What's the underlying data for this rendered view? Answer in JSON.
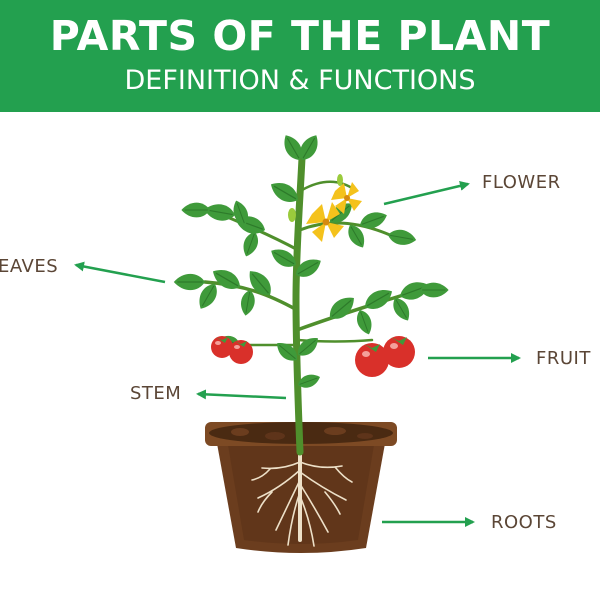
{
  "header": {
    "title": "PARTS OF THE PLANT",
    "subtitle": "DEFINITION & FUNCTIONS"
  },
  "labels": {
    "flower": "FLOWER",
    "leaves": "EAVES",
    "fruit": "FRUIT",
    "stem": "STEM",
    "roots": "ROOTS"
  },
  "colors": {
    "banner": "#23a04f",
    "arrow": "#23a04f",
    "label_text": "#5b4636",
    "pot": "#6b3d1e",
    "soil": "#4a2a12",
    "stem": "#4f8f2c",
    "leaf": "#3f9a3a",
    "flower": "#f4c21c",
    "fruit": "#d9302a"
  }
}
